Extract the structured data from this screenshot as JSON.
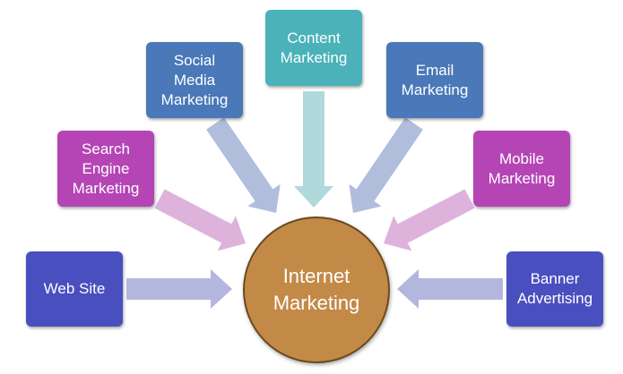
{
  "center": {
    "label": "Internet\nMarketing",
    "color": "#c38a47"
  },
  "nodes": [
    {
      "id": "web-site",
      "label": "Web Site",
      "color": "#4a4fbf",
      "arrow_color": "#b3b6dd"
    },
    {
      "id": "search-engine-marketing",
      "label": "Search\nEngine\nMarketing",
      "color": "#b545b5",
      "arrow_color": "#ddb3dc"
    },
    {
      "id": "social-media-marketing",
      "label": "Social\nMedia\nMarketing",
      "color": "#4a78b8",
      "arrow_color": "#b0bedc"
    },
    {
      "id": "content-marketing",
      "label": "Content\nMarketing",
      "color": "#4ab2b8",
      "arrow_color": "#b0d9db"
    },
    {
      "id": "email-marketing",
      "label": "Email\nMarketing",
      "color": "#4a78b8",
      "arrow_color": "#b0bedc"
    },
    {
      "id": "mobile-marketing",
      "label": "Mobile\nMarketing",
      "color": "#b545b5",
      "arrow_color": "#ddb3dc"
    },
    {
      "id": "banner-advertising",
      "label": "Banner\nAdvertising",
      "color": "#4a4fbf",
      "arrow_color": "#b3b6dd"
    }
  ]
}
